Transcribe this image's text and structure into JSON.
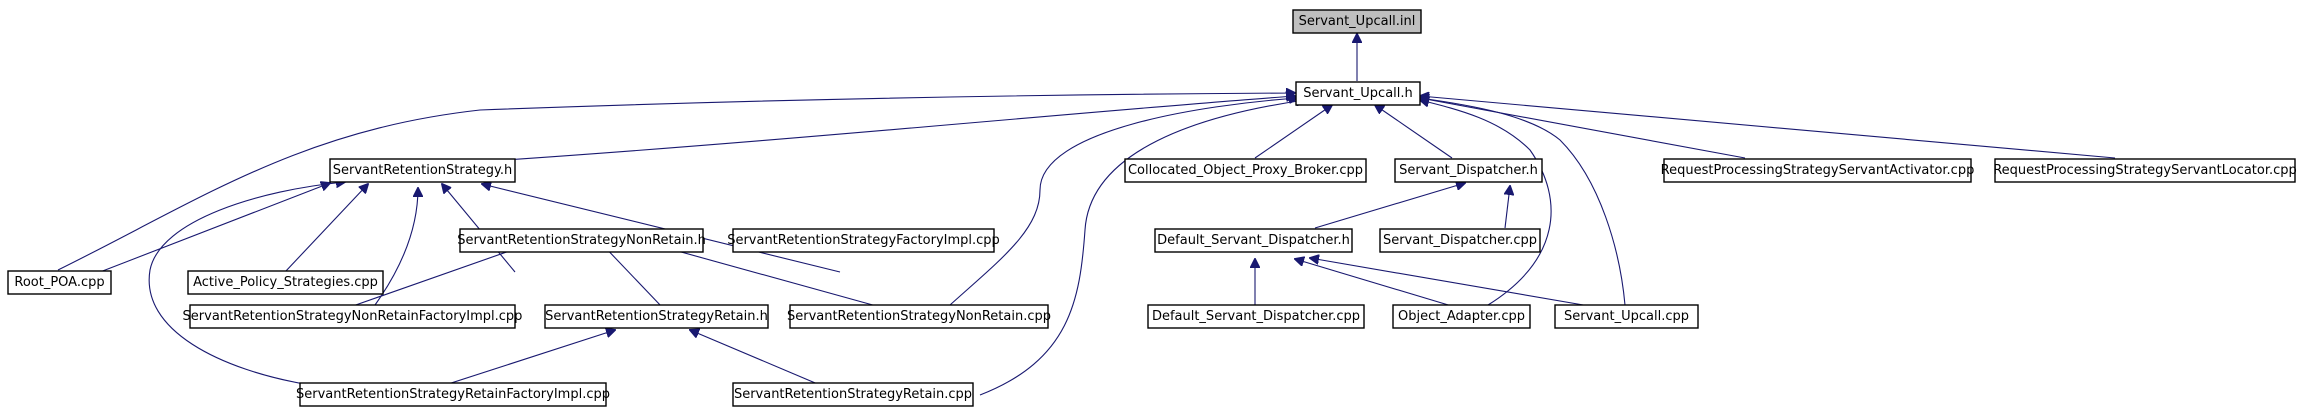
{
  "graph": {
    "edge_color": "#191970",
    "highlight_color": "#bfbfbf",
    "nodes": [
      {
        "id": "n0",
        "label": "Servant_Upcall.inl"
      },
      {
        "id": "n1",
        "label": "Servant_Upcall.h"
      },
      {
        "id": "n2",
        "label": "ServantRetentionStrategy.h"
      },
      {
        "id": "n3",
        "label": "Collocated_Object_Proxy_Broker.cpp"
      },
      {
        "id": "n4",
        "label": "Servant_Dispatcher.h"
      },
      {
        "id": "n5",
        "label": "RequestProcessingStrategyServantActivator.cpp"
      },
      {
        "id": "n6",
        "label": "RequestProcessingStrategyServantLocator.cpp"
      },
      {
        "id": "n7",
        "label": "Root_POA.cpp"
      },
      {
        "id": "n8",
        "label": "Active_Policy_Strategies.cpp"
      },
      {
        "id": "n9",
        "label": "ServantRetentionStrategyNonRetain.h"
      },
      {
        "id": "n10",
        "label": "ServantRetentionStrategyFactoryImpl.cpp"
      },
      {
        "id": "n11",
        "label": "Default_Servant_Dispatcher.h"
      },
      {
        "id": "n12",
        "label": "Servant_Dispatcher.cpp"
      },
      {
        "id": "n13",
        "label": "ServantRetentionStrategyNonRetainFactoryImpl.cpp"
      },
      {
        "id": "n14",
        "label": "ServantRetentionStrategyRetain.h"
      },
      {
        "id": "n15",
        "label": "ServantRetentionStrategyNonRetain.cpp"
      },
      {
        "id": "n16",
        "label": "Default_Servant_Dispatcher.cpp"
      },
      {
        "id": "n17",
        "label": "Object_Adapter.cpp"
      },
      {
        "id": "n18",
        "label": "Servant_Upcall.cpp"
      },
      {
        "id": "n19",
        "label": "ServantRetentionStrategyRetainFactoryImpl.cpp"
      },
      {
        "id": "n20",
        "label": "ServantRetentionStrategyRetain.cpp"
      }
    ]
  }
}
